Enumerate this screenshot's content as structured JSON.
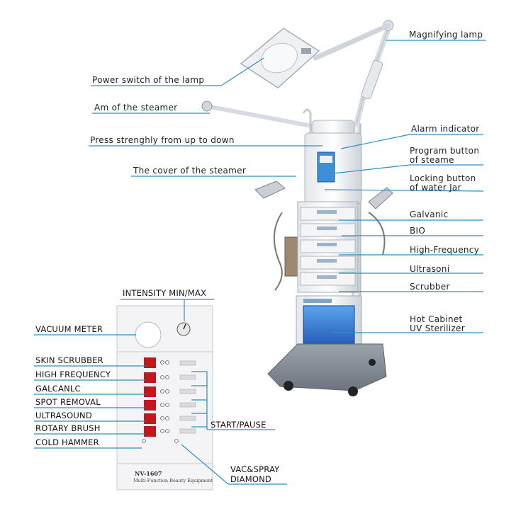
{
  "machine_labels": {
    "magnifying_lamp": "Magnifying lamp",
    "power_switch": "Power switch of the lamp",
    "arm_steamer": "Am of the steamer",
    "press": "Press strenghly from up to down",
    "cover_steamer": "The cover of the steamer",
    "alarm": "Alarm indicator",
    "program_button_1": "Program button",
    "program_button_2": "of steame",
    "locking_button_1": "Locking button",
    "locking_button_2": "of water Jar",
    "galvanic": "Galvanic",
    "bio": "BIO",
    "high_frequency": "High-Frequency",
    "ultrasoni": "Ultrasoni",
    "scrubber": "Scrubber",
    "hot_cabinet_1": "Hot Cabinet",
    "hot_cabinet_2": "UV Sterilizer"
  },
  "panel_labels": {
    "intensity": "INTENSITY MIN/MAX",
    "vacuum_meter": "VACUUM METER",
    "skin_scrubber": "SKIN SCRUBBER",
    "high_frequency": "HIGH FREQUENCY",
    "galcanlc": "GALCANLC",
    "spot_removal": "SPOT REMOVAL",
    "ultrasound": "ULTRASOUND",
    "rotary_brush": "ROTARY BRUSH",
    "cold_hammer": "COLD HAMMER",
    "start_pause": "START/PAUSE",
    "vac_spray_1": "VAC&SPRAY",
    "vac_spray_2": "DIAMOND"
  },
  "panel_text": {
    "model": "NV-1607",
    "subtitle": "Multi-Function Beauty Equipment"
  },
  "colors": {
    "leader_line": "#2b8fc4",
    "display_red": "#c2171c",
    "uv_blue": "#1f6fd0"
  }
}
